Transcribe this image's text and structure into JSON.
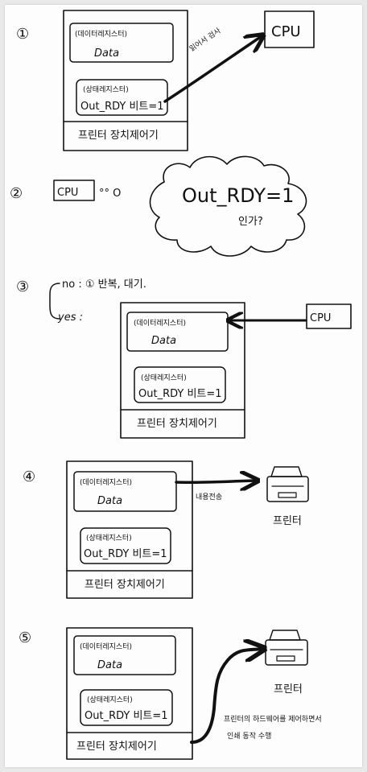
{
  "steps": [
    "①",
    "②",
    "③",
    "④",
    "⑤"
  ],
  "block": {
    "data_register": "(데이터레지스터)",
    "data": "Data",
    "status_register": "(상태레지스터)",
    "status_bit": "Out_RDY 비트=1",
    "controller": "프린터 장치제어기"
  },
  "cpu": "CPU",
  "printer": "프린터",
  "step1": {
    "arrow_label": "읽어서 검사"
  },
  "step2": {
    "dots": "°° O",
    "cloud_line1": "Out_RDY=1",
    "cloud_line2": "인가?"
  },
  "step3": {
    "no": "no : ① 반복, 대기.",
    "yes": "yes :"
  },
  "step4": {
    "arrow_label": "내용전송"
  },
  "step5": {
    "line1": "프린터의 하드웨어를 제어하면서",
    "line2": "인쇄 동작 수행"
  }
}
